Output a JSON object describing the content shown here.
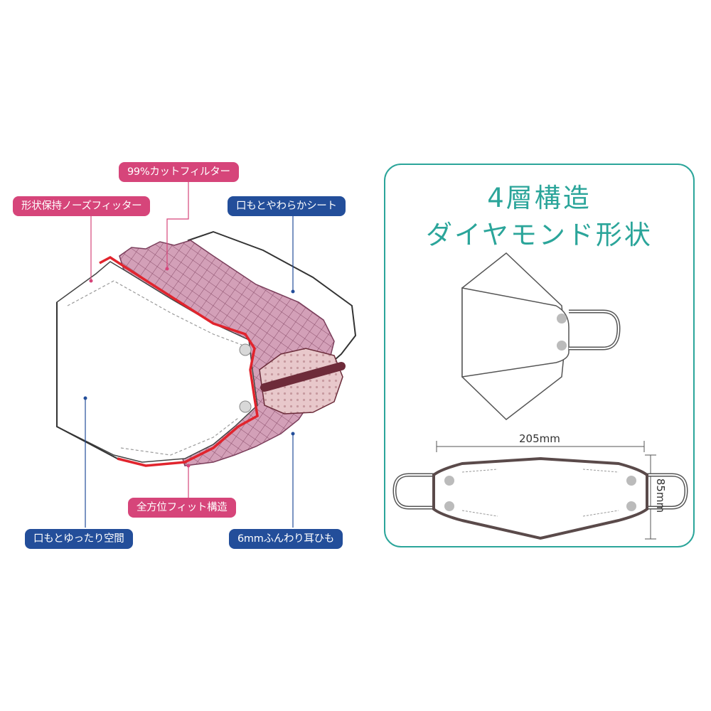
{
  "colors": {
    "pink": "#d6457a",
    "blue": "#234e9a",
    "teal": "#2ba59a",
    "red": "#e1242d",
    "filter": "#c08aa4"
  },
  "callouts": {
    "filter": "99%カットフィルター",
    "nose_fitter": "形状保持ノーズフィッター",
    "soft_sheet": "口もとやわらかシート",
    "fit_structure": "全方位フィット構造",
    "mouth_space": "口もとゆったり空間",
    "ear_loop": "6mmふんわり耳ひも"
  },
  "panel": {
    "title_line1": "4層構造",
    "title_line2": "ダイヤモンド形状",
    "width_label": "205mm",
    "height_label": "85mm"
  }
}
